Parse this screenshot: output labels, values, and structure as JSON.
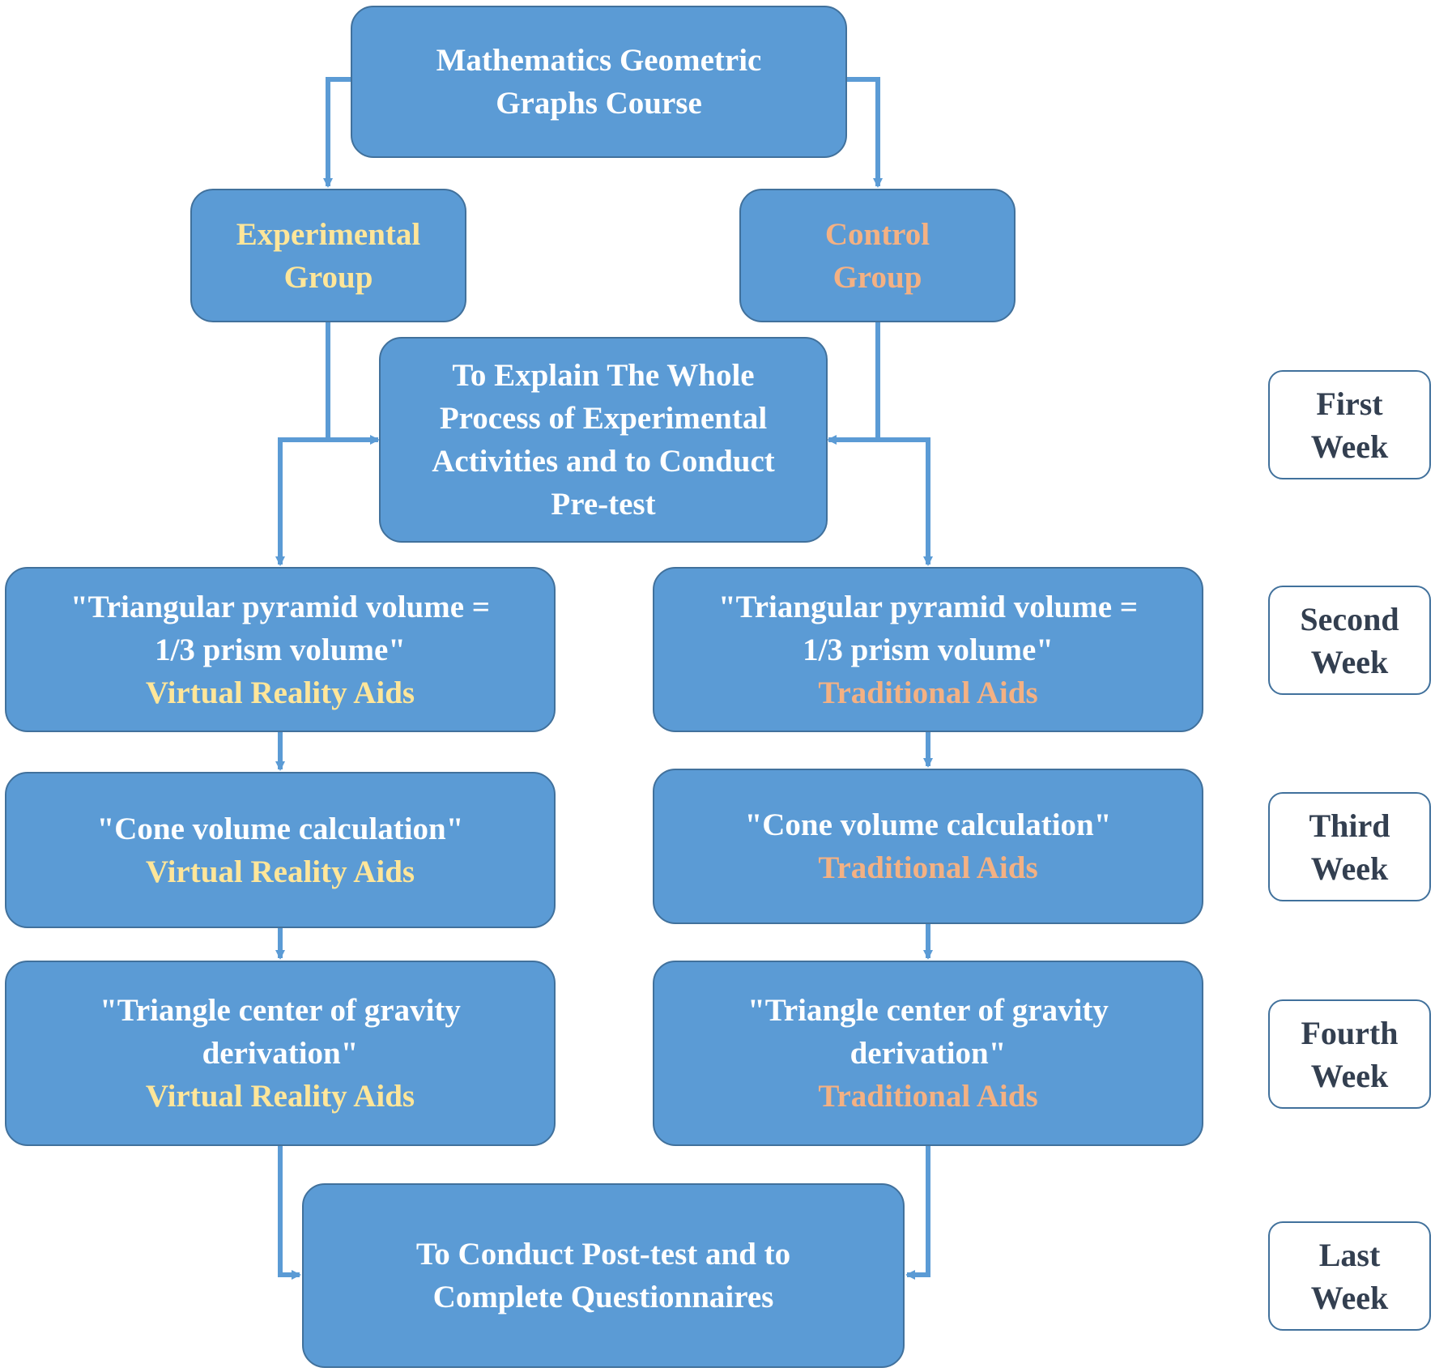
{
  "colors": {
    "box_fill": "#5b9bd5",
    "box_border": "#41719c",
    "connector": "#5b9bd5",
    "experimental_accent": "#ffe699",
    "control_accent": "#f4b183",
    "week_text": "#333f50"
  },
  "course": {
    "line1": "Mathematics Geometric",
    "line2": "Graphs Course"
  },
  "groups": {
    "experimental": {
      "line1": "Experimental",
      "line2": "Group"
    },
    "control": {
      "line1": "Control",
      "line2": "Group"
    }
  },
  "pretest": {
    "line1": "To Explain The Whole",
    "line2": "Process of Experimental",
    "line3": "Activities and to Conduct",
    "line4": "Pre-test"
  },
  "experimental_steps": [
    {
      "lines": [
        "\"Triangular pyramid volume =",
        "1/3 prism volume\""
      ],
      "aid": "Virtual Reality Aids"
    },
    {
      "lines": [
        "\"Cone volume calculation\""
      ],
      "aid": "Virtual Reality Aids"
    },
    {
      "lines": [
        "\"Triangle center of gravity",
        "derivation\""
      ],
      "aid": "Virtual Reality Aids"
    }
  ],
  "control_steps": [
    {
      "lines": [
        "\"Triangular pyramid volume =",
        "1/3 prism volume\""
      ],
      "aid": "Traditional Aids"
    },
    {
      "lines": [
        "\"Cone volume calculation\""
      ],
      "aid": "Traditional Aids"
    },
    {
      "lines": [
        "\"Triangle center of gravity",
        "derivation\""
      ],
      "aid": "Traditional Aids"
    }
  ],
  "posttest": {
    "line1": "To Conduct Post-test and to",
    "line2": "Complete Questionnaires"
  },
  "weeks": [
    {
      "line1": "First",
      "line2": "Week"
    },
    {
      "line1": "Second",
      "line2": "Week"
    },
    {
      "line1": "Third",
      "line2": "Week"
    },
    {
      "line1": "Fourth",
      "line2": "Week"
    },
    {
      "line1": "Last",
      "line2": "Week"
    }
  ]
}
